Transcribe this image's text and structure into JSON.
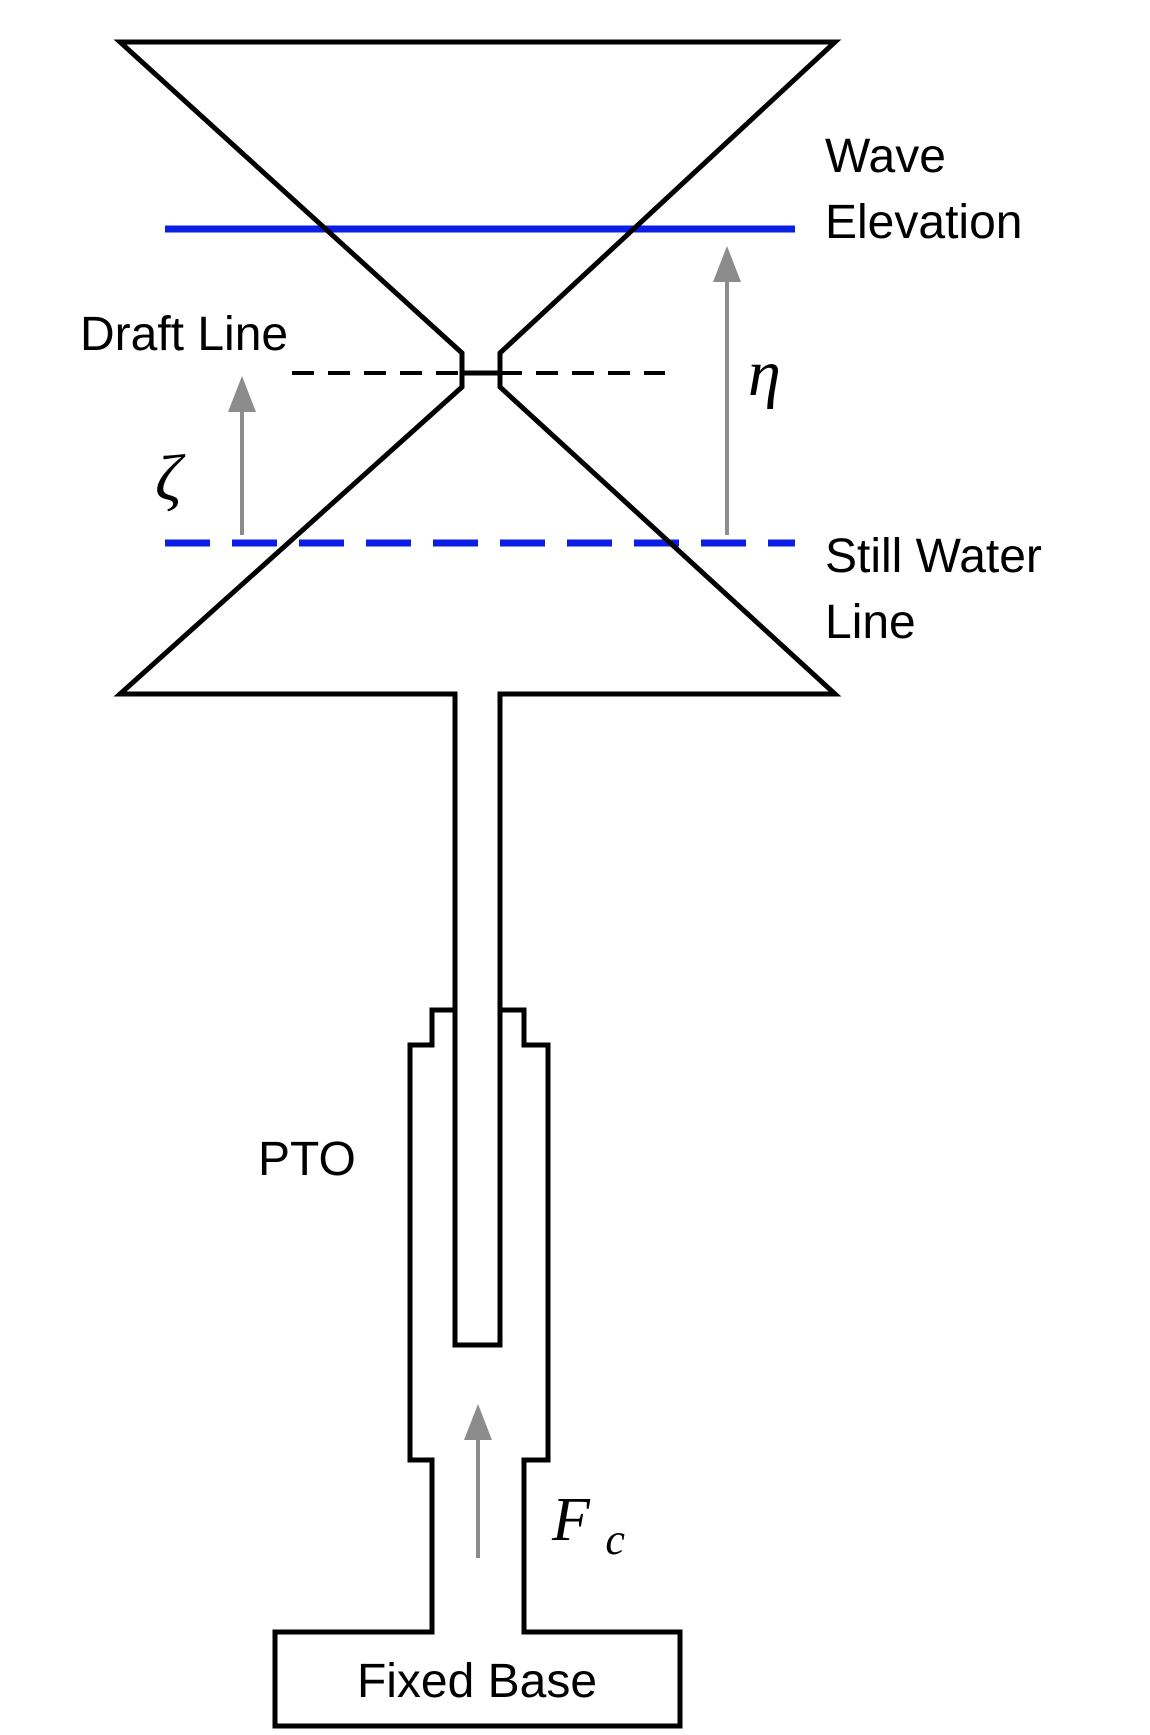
{
  "labels": {
    "wave_elevation_line1": "Wave",
    "wave_elevation_line2": "Elevation",
    "draft_line": "Draft Line",
    "still_water_line1": "Still Water",
    "still_water_line2": "Line",
    "pto": "PTO",
    "fixed_base": "Fixed Base"
  },
  "symbols": {
    "eta": "η",
    "zeta": "ζ",
    "force_main": "F",
    "force_sub": "c"
  },
  "colors": {
    "water_line": "#0a1ee6",
    "arrow": "#8c8c8c",
    "outline": "#000000",
    "draft_line": "#000000"
  }
}
